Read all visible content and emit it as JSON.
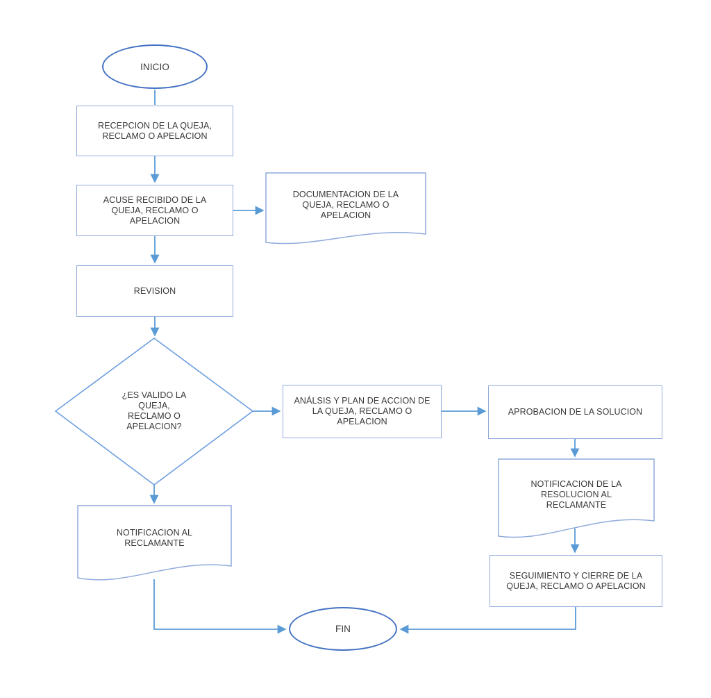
{
  "diagram": {
    "type": "flowchart",
    "language": "es",
    "nodes": {
      "inicio": {
        "type": "terminator",
        "label": "INICIO"
      },
      "recepcion": {
        "type": "process",
        "label": "RECEPCION DE LA QUEJA,\nRECLAMO O APELACION"
      },
      "acuse": {
        "type": "process",
        "label": "ACUSE RECIBIDO DE LA\nQUEJA, RECLAMO O\nAPELACION"
      },
      "documentacion": {
        "type": "document",
        "label": "DOCUMENTACION DE LA\nQUEJA, RECLAMO O\nAPELACION"
      },
      "revision": {
        "type": "process",
        "label": "REVISION"
      },
      "decision": {
        "type": "decision",
        "label": "¿ES VALIDO LA\nQUEJA,\nRECLAMO O\nAPELACION?"
      },
      "analisis": {
        "type": "process",
        "label": "ANÁLSIS Y PLAN DE ACCION DE\nLA QUEJA, RECLAMO O\nAPELACION"
      },
      "aprobacion": {
        "type": "process",
        "label": "APROBACION DE LA SOLUCION"
      },
      "notif_resolucion": {
        "type": "document",
        "label": "NOTIFICACION DE LA\nRESOLUCION AL\nRECLAMANTE"
      },
      "seguimiento": {
        "type": "process",
        "label": "SEGUIMIENTO Y CIERRE DE LA\nQUEJA, RECLAMO O APELACION"
      },
      "notif_reclamante": {
        "type": "document",
        "label": "NOTIFICACION AL\nRECLAMANTE"
      },
      "fin": {
        "type": "terminator",
        "label": "FIN"
      }
    },
    "edges": [
      {
        "from": "inicio",
        "to": "recepcion",
        "arrow": false
      },
      {
        "from": "recepcion",
        "to": "acuse",
        "arrow": true
      },
      {
        "from": "acuse",
        "to": "documentacion",
        "arrow": true
      },
      {
        "from": "acuse",
        "to": "revision",
        "arrow": true
      },
      {
        "from": "revision",
        "to": "decision",
        "arrow": true
      },
      {
        "from": "decision",
        "to": "analisis",
        "arrow": true
      },
      {
        "from": "analisis",
        "to": "aprobacion",
        "arrow": true
      },
      {
        "from": "aprobacion",
        "to": "notif_resolucion",
        "arrow": true
      },
      {
        "from": "notif_resolucion",
        "to": "seguimiento",
        "arrow": true
      },
      {
        "from": "decision",
        "to": "notif_reclamante",
        "arrow": true
      },
      {
        "from": "notif_reclamante",
        "to": "fin",
        "arrow": true
      },
      {
        "from": "seguimiento",
        "to": "fin",
        "arrow": true
      }
    ],
    "colors": {
      "connector": "#5B9BD5",
      "terminator_border": "#4472C4",
      "process_border": "#8FAADC",
      "document_border": "#8FAADC",
      "decision_border": "#6D9EE0",
      "text": "#383838",
      "background": "#FFFFFF"
    }
  }
}
